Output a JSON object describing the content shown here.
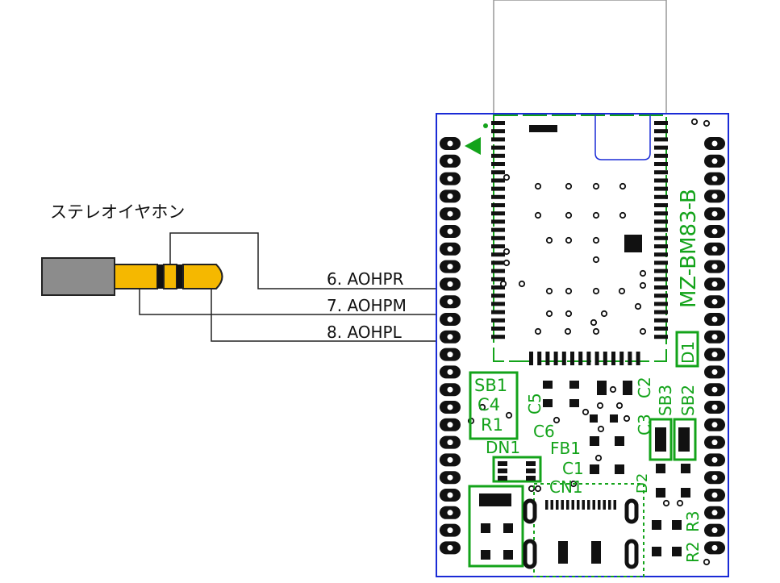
{
  "title": "ステレオイヤホン",
  "signals": [
    "6. AOHPR",
    "7. AOHPM",
    "8. AOHPL"
  ],
  "board": {
    "model": "MZ-BM83-B",
    "labels": {
      "d1": "D1",
      "sb1": "SB1",
      "c4": "C4",
      "r1": "R1",
      "c5": "C5",
      "c6": "C6",
      "c2": "C2",
      "c3": "C3",
      "sb3": "SB3",
      "sb2": "SB2",
      "fb1": "FB1",
      "dn1": "DN1",
      "c1": "C1",
      "d2": "D2",
      "cn1": "CN1",
      "r2": "R2",
      "r3": "R3"
    }
  },
  "colors": {
    "silkscreen": "#13a31a",
    "outline": "#1a2bd6",
    "pad": "#111111",
    "plug_gold": "#f5b800",
    "plug_sleeve": "#8c8c8c",
    "wire": "#222222"
  }
}
